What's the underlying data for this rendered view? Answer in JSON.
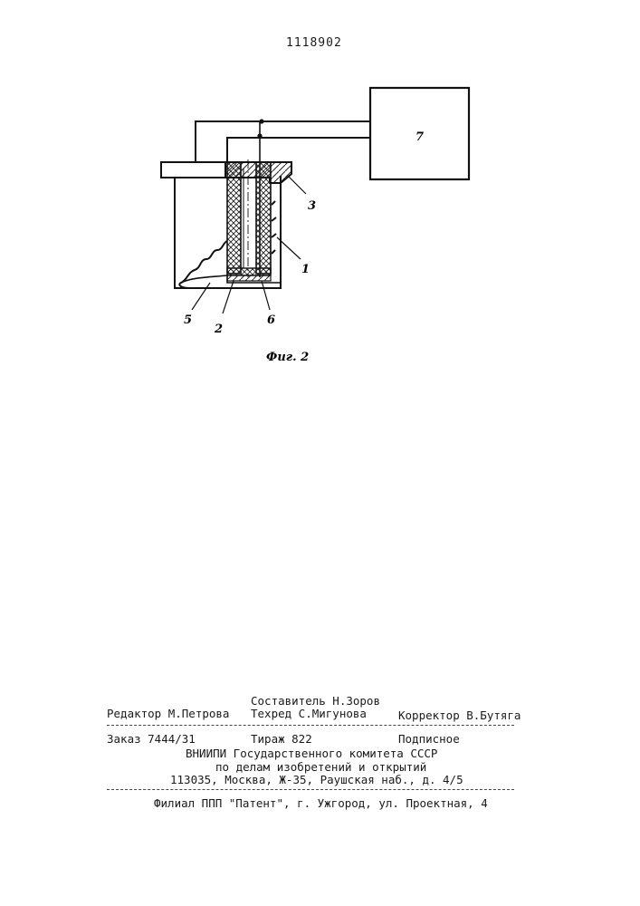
{
  "patent_number": "1118902",
  "figure": {
    "block_label": "7",
    "callouts": [
      "3",
      "1",
      "5",
      "2",
      "6"
    ],
    "caption": "Фиг. 2"
  },
  "imprint": {
    "composer": "Составитель Н.Зоров",
    "editor": "Редактор М.Петрова",
    "techred": "Техред С.Мигунова",
    "corrector": "Корректор В.Бутяга",
    "order": "Заказ 7444/31",
    "circulation": "Тираж 822",
    "subscription": "Подписное",
    "org_line1": "ВНИИПИ Государственного комитета СССР",
    "org_line2": "по делам изобретений и открытий",
    "address": "113035, Москва, Ж-35, Раушская наб., д. 4/5",
    "branch": "Филиал ППП \"Патент\", г. Ужгород, ул. Проектная, 4"
  }
}
